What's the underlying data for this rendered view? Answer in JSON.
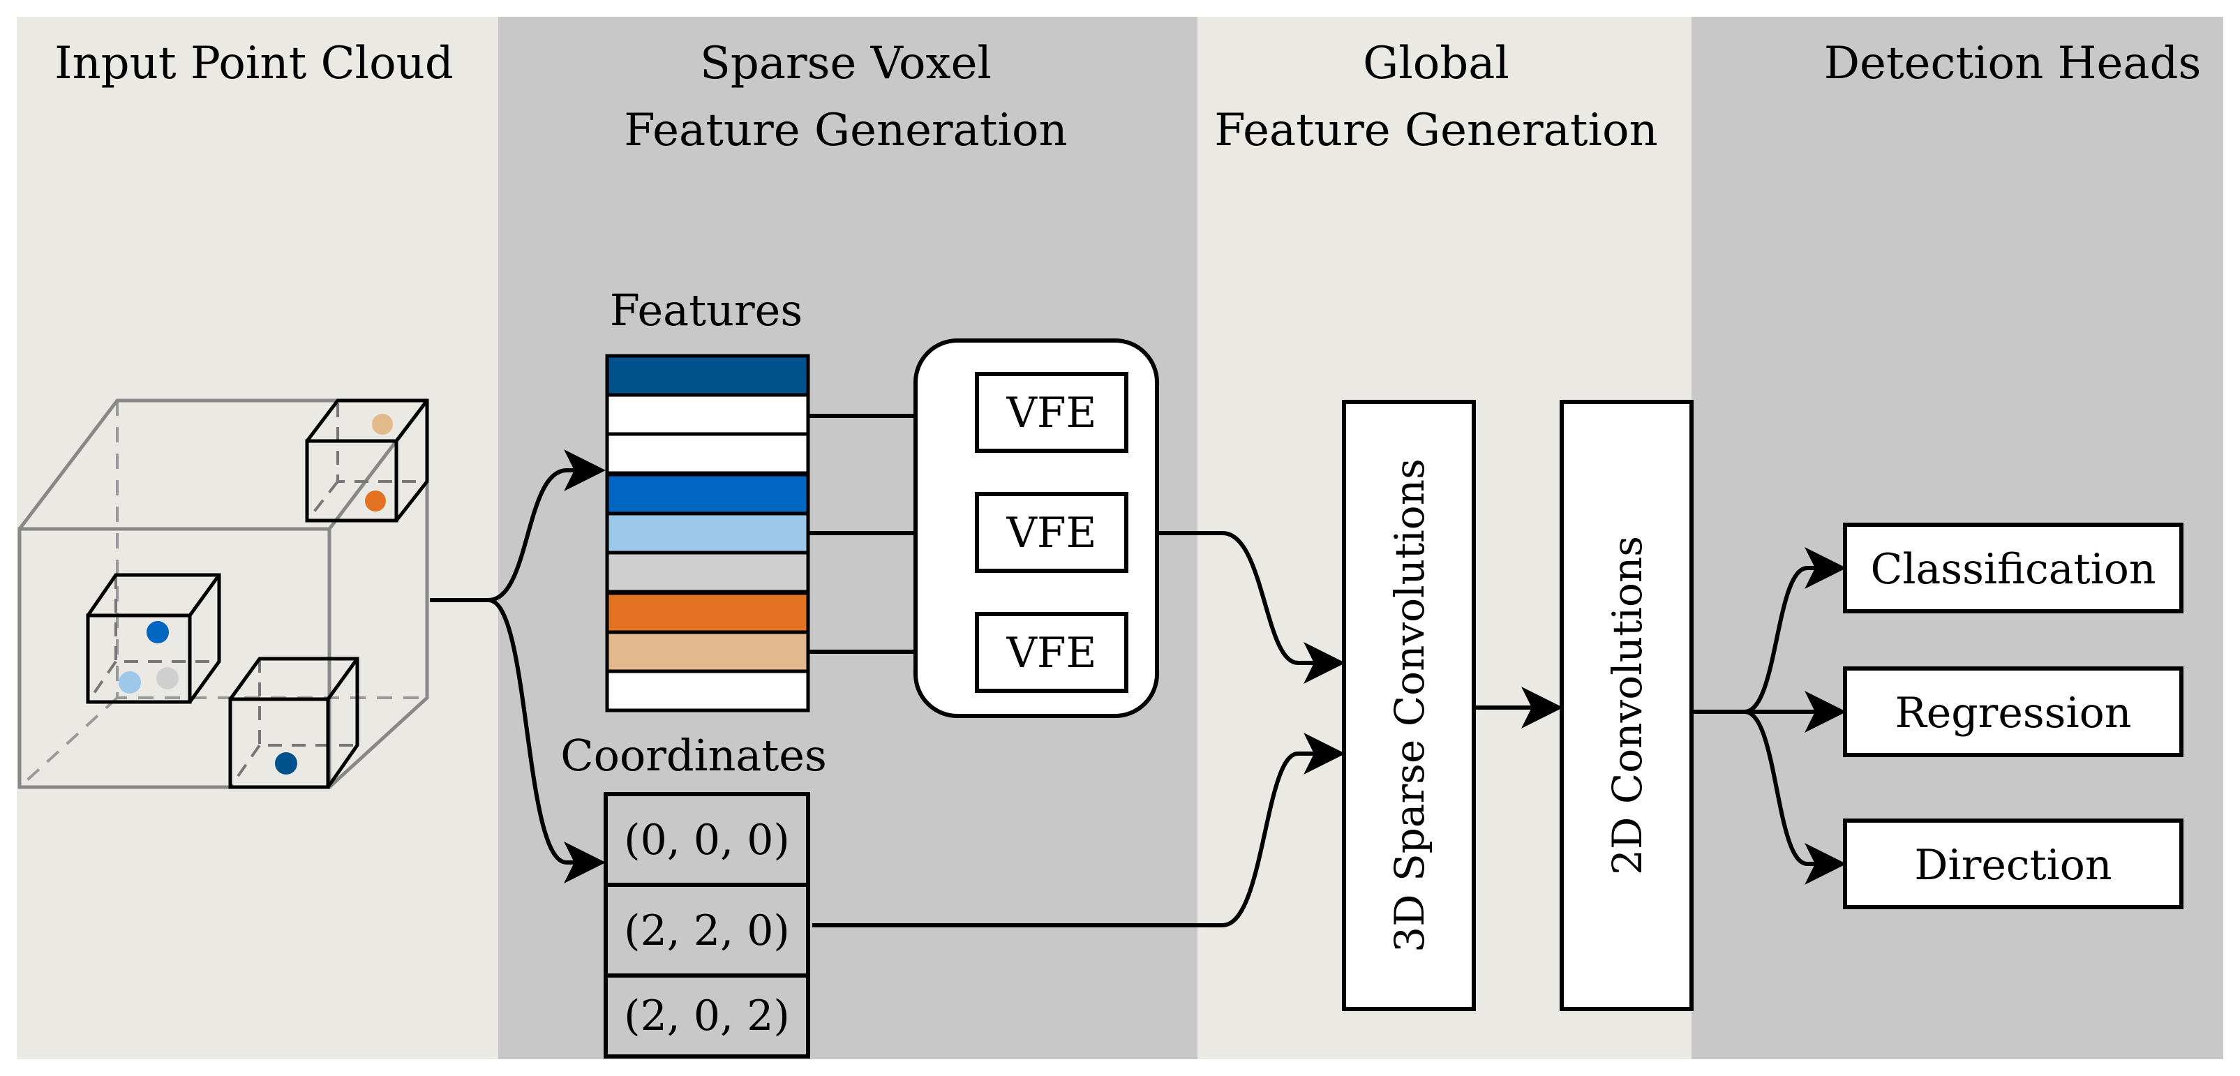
{
  "colors": {
    "panel_light": "#ebe9e4",
    "panel_dark": "#c8c8c8",
    "blue_dark": "#00528f",
    "blue_mid": "#0066c2",
    "blue_light": "#9ec8ea",
    "gray_dot": "#cfcfcf",
    "orange": "#e37222",
    "orange_light": "#e3b88c",
    "white": "#ffffff"
  },
  "stages": [
    {
      "lines": [
        "Input Point Cloud"
      ]
    },
    {
      "lines": [
        "Sparse Voxel",
        "Feature Generation"
      ]
    },
    {
      "lines": [
        "Global",
        "Feature Generation"
      ]
    },
    {
      "lines": [
        "Detection Heads"
      ]
    }
  ],
  "features": {
    "label": "Features",
    "groups": [
      [
        "blue_dark",
        "white",
        "white"
      ],
      [
        "blue_mid",
        "blue_light",
        "gray_dot"
      ],
      [
        "orange",
        "orange_light",
        "white"
      ]
    ]
  },
  "vfe": {
    "items": [
      "VFE",
      "VFE",
      "VFE"
    ]
  },
  "coordinates": {
    "label": "Coordinates",
    "rows": [
      "(0, 0, 0)",
      "(2, 2, 0)",
      "(2, 0, 2)"
    ]
  },
  "convolutions": {
    "sparse3d": "3D Sparse Convolutions",
    "conv2d": "2D Convolutions"
  },
  "heads": [
    "Classification",
    "Regression",
    "Direction"
  ],
  "icons": [
    "arrow-head",
    "voxel-cube",
    "point-dot"
  ]
}
